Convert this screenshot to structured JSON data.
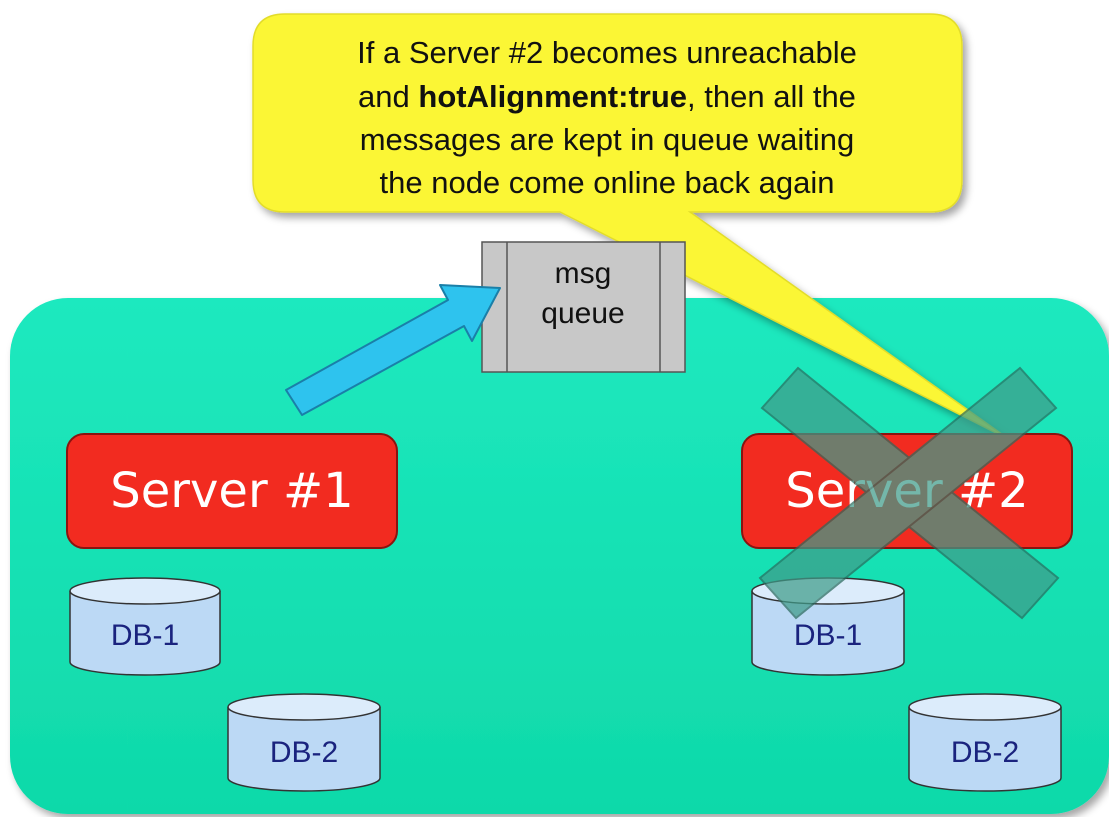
{
  "callout": {
    "line1": "If a Server #2 becomes unreachable",
    "line2_pre": "and ",
    "line2_bold": "hotAlignment:true",
    "line2_post": ", then all the",
    "line3": "messages are kept in queue waiting",
    "line4": "the node come online back again"
  },
  "queue": {
    "line1": "msg",
    "line2": "queue"
  },
  "servers": [
    {
      "label": "Server #1",
      "databases": [
        "DB-1",
        "DB-2"
      ]
    },
    {
      "label": "Server #2",
      "databases": [
        "DB-1",
        "DB-2"
      ],
      "unreachable": true
    }
  ],
  "colors": {
    "cluster": "#14e5b4",
    "server": "#f22b20",
    "database": "#bcd9f5",
    "callout": "#fbf634",
    "arrow": "#2ec3ee",
    "queue": "#c8c8c8",
    "cross": "#3f9c8a"
  }
}
